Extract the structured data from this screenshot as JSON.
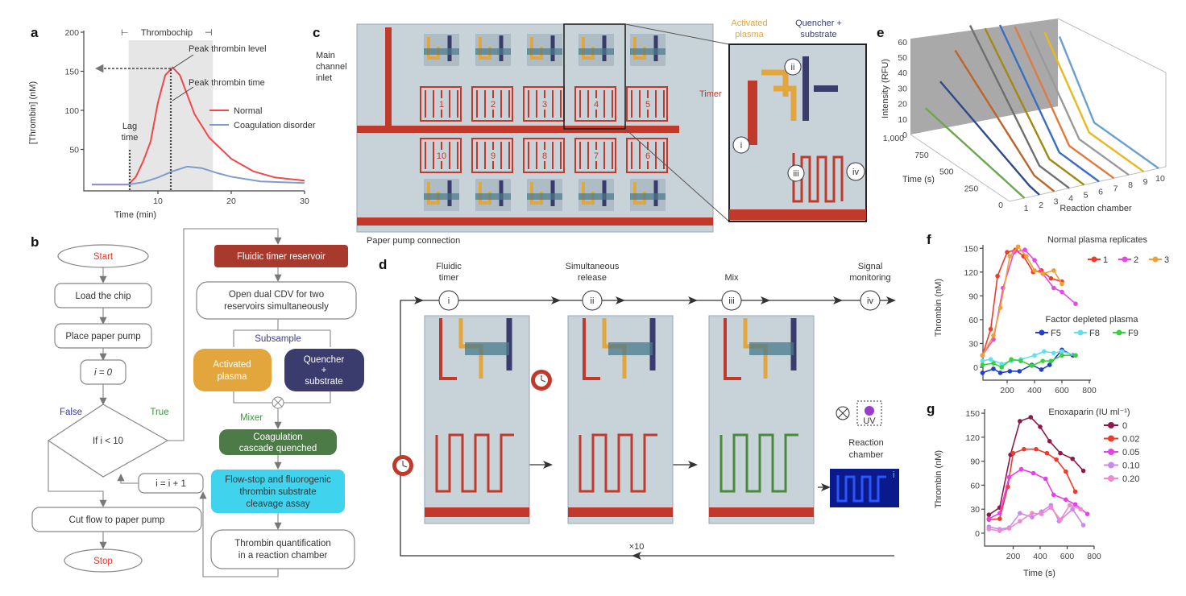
{
  "panel_labels": {
    "a": "a",
    "b": "b",
    "c": "c",
    "d": "d",
    "e": "e",
    "f": "f",
    "g": "g"
  },
  "panel_a": {
    "bracket_label": "Thrombochip",
    "peak_level_label": "Peak thrombin level",
    "peak_time_label": "Peak thrombin time",
    "lag_label": [
      "Lag",
      "time"
    ]
  },
  "flowchart": {
    "start": "Start",
    "load": "Load the chip",
    "place": "Place paper pump",
    "init": "i = 0",
    "decision": "If i < 10",
    "false_label": "False",
    "true_label": "True",
    "increment": "i = i + 1",
    "cut": "Cut flow to paper pump",
    "stop": "Stop",
    "timer_reservoir": "Fluidic timer reservoir",
    "open_cdv": [
      "Open dual CDV for two",
      "reservoirs simultaneously"
    ],
    "subsample": "Subsample",
    "activated_plasma": [
      "Activated",
      "plasma"
    ],
    "quencher": [
      "Quencher",
      "+",
      "substrate"
    ],
    "mixer": "Mixer",
    "quenched": [
      "Coagulation",
      "cascade quenched"
    ],
    "flow_stop": [
      "Flow-stop and fluorogenic",
      "thrombin substrate",
      "cleavage assay"
    ],
    "quantification": [
      "Thrombin quantification",
      "in a reaction chamber"
    ],
    "colors": {
      "start_stop": "#e8342a",
      "false": "#3a3a9a",
      "true": "#3a9a3a",
      "timer": "#a8392d",
      "plasma": "#e2a63c",
      "quencher": "#3b3c6e",
      "mixer_label": "#3a9a3a",
      "quenched": "#4d7b48",
      "flow_stop": "#3fd3ee"
    }
  },
  "chip": {
    "inlet_label": [
      "Main",
      "channel",
      "inlet"
    ],
    "pump_label": "Paper pump connection",
    "chamber_numbers_top": [
      "1",
      "2",
      "3",
      "4",
      "5"
    ],
    "chamber_numbers_bottom": [
      "10",
      "9",
      "8",
      "7",
      "6"
    ],
    "inset_plasma_label": [
      "Activated",
      "plasma"
    ],
    "inset_quencher_label": [
      "Quencher +",
      "substrate"
    ],
    "inset_timer_label": "Timer",
    "inset_markers": [
      "i",
      "ii",
      "iii",
      "iv"
    ],
    "colors": {
      "channel": "#c0392b",
      "plasma": "#e2a63c",
      "quencher": "#3b3c6e",
      "chip_bg": "#c8d2d9"
    }
  },
  "panel_d": {
    "steps": [
      {
        "marker": "i",
        "label": [
          "Fluidic",
          "timer"
        ]
      },
      {
        "marker": "ii",
        "label": [
          "Simultaneous",
          "release"
        ]
      },
      {
        "marker": "iii",
        "label": [
          "Mix"
        ]
      },
      {
        "marker": "iv",
        "label": [
          "Signal",
          "monitoring"
        ]
      }
    ],
    "repeat_label": "×10",
    "reaction_chamber_label": [
      "Reaction",
      "chamber"
    ],
    "uv_label": "UV",
    "image_marker": "i"
  },
  "chart_data": [
    {
      "panel": "a",
      "type": "line",
      "xlabel": "Time (min)",
      "ylabel": "[Thrombin] (nM)",
      "xlim": [
        0,
        30
      ],
      "ylim": [
        0,
        200
      ],
      "xticks": [
        10,
        20,
        30
      ],
      "yticks": [
        50,
        100,
        150,
        200
      ],
      "shaded_region": [
        6,
        17.5
      ],
      "legend": "right",
      "series": [
        {
          "name": "Normal",
          "color": "#f0484a",
          "x": [
            1,
            5,
            6,
            7,
            8,
            9,
            10,
            11,
            12,
            13,
            14,
            15,
            17,
            20,
            23,
            26,
            30
          ],
          "y": [
            5,
            5,
            5,
            15,
            35,
            60,
            110,
            145,
            155,
            145,
            120,
            95,
            65,
            38,
            22,
            14,
            10
          ]
        },
        {
          "name": "Coagulation disorder",
          "color": "#7f9ccf",
          "x": [
            1,
            6,
            8,
            10,
            12,
            14,
            16,
            18,
            20,
            24,
            30
          ],
          "y": [
            5,
            5,
            8,
            14,
            22,
            28,
            26,
            20,
            15,
            9,
            7
          ]
        }
      ],
      "annotations": {
        "peak_level": 155,
        "peak_time": 12,
        "lag_time": 6
      }
    },
    {
      "panel": "e",
      "type": "line",
      "xlabel": "Reaction chamber",
      "ylabel": "Intensity (RFU)",
      "zlabel": "Time (s)",
      "chambers": [
        1,
        2,
        3,
        4,
        5,
        6,
        7,
        8,
        9,
        10
      ],
      "time_ticks": [
        "0",
        "250",
        "500",
        "750",
        "1,000"
      ],
      "intensity_ticks": [
        0,
        10,
        20,
        30,
        40,
        50,
        60
      ],
      "series": [
        {
          "chamber": 1,
          "color": "#6aa84f",
          "lag_s": 0,
          "intensity_at_1000s": 15
        },
        {
          "chamber": 2,
          "color": "#2f4a8a",
          "lag_s": 100,
          "intensity_at_1000s": 30
        },
        {
          "chamber": 3,
          "color": "#c0622a",
          "lag_s": 200,
          "intensity_at_1000s": 48
        },
        {
          "chamber": 4,
          "color": "#6f6f6f",
          "lag_s": 300,
          "intensity_at_1000s": 62
        },
        {
          "chamber": 5,
          "color": "#a08a10",
          "lag_s": 350,
          "intensity_at_1000s": 58
        },
        {
          "chamber": 6,
          "color": "#3a6ec0",
          "lag_s": 400,
          "intensity_at_1000s": 58
        },
        {
          "chamber": 7,
          "color": "#e07a40",
          "lag_s": 450,
          "intensity_at_1000s": 55
        },
        {
          "chamber": 8,
          "color": "#9a9a9a",
          "lag_s": 500,
          "intensity_at_1000s": 50
        },
        {
          "chamber": 9,
          "color": "#e8b820",
          "lag_s": 550,
          "intensity_at_1000s": 47
        },
        {
          "chamber": 10,
          "color": "#6aa0d0",
          "lag_s": 650,
          "intensity_at_1000s": 42
        }
      ]
    },
    {
      "panel": "f",
      "type": "line",
      "ylabel": "Thrombin (nM)",
      "xlim": [
        0,
        800
      ],
      "ylim": [
        -15,
        155
      ],
      "xticks": [
        200,
        400,
        600,
        800
      ],
      "yticks": [
        0,
        30,
        60,
        90,
        120,
        150
      ],
      "legend_titles": [
        "Normal plasma replicates",
        "Factor depleted plasma"
      ],
      "series": [
        {
          "name": "1",
          "group": 0,
          "color": "#ee3b2b",
          "x": [
            20,
            80,
            130,
            200,
            260,
            320,
            390,
            450,
            520,
            600
          ],
          "y": [
            15,
            48,
            115,
            145,
            148,
            140,
            120,
            122,
            112,
            108
          ]
        },
        {
          "name": "2",
          "group": 0,
          "color": "#e847e8",
          "x": [
            20,
            100,
            170,
            250,
            330,
            400,
            460,
            540,
            600,
            700
          ],
          "y": [
            15,
            35,
            100,
            145,
            148,
            135,
            118,
            100,
            95,
            80
          ]
        },
        {
          "name": "3",
          "group": 0,
          "color": "#f0a030",
          "x": [
            20,
            100,
            150,
            220,
            280,
            340,
            400,
            460,
            540,
            600
          ],
          "y": [
            15,
            40,
            75,
            140,
            152,
            140,
            122,
            118,
            122,
            105
          ]
        },
        {
          "name": "F5",
          "group": 1,
          "color": "#1f3fd0",
          "x": [
            20,
            100,
            150,
            220,
            290,
            380,
            450,
            510,
            600,
            680
          ],
          "y": [
            -7,
            -2,
            -7,
            -5,
            -5,
            3,
            -3,
            3,
            22,
            15
          ]
        },
        {
          "name": "F8",
          "group": 1,
          "color": "#5fe0f0",
          "x": [
            20,
            80,
            160,
            230,
            300,
            400,
            470,
            540,
            600,
            700
          ],
          "y": [
            8,
            10,
            4,
            8,
            10,
            15,
            20,
            18,
            20,
            15
          ]
        },
        {
          "name": "F9",
          "group": 1,
          "color": "#3ad03a",
          "x": [
            20,
            100,
            160,
            230,
            300,
            380,
            460,
            520,
            600,
            700
          ],
          "y": [
            3,
            5,
            0,
            10,
            8,
            2,
            8,
            8,
            15,
            15
          ]
        }
      ]
    },
    {
      "panel": "g",
      "type": "line",
      "xlabel": "Time (s)",
      "ylabel": "Thrombin (nM)",
      "xlim": [
        0,
        800
      ],
      "ylim": [
        -10,
        155
      ],
      "xticks": [
        200,
        400,
        600,
        800
      ],
      "yticks": [
        0,
        30,
        60,
        90,
        120,
        150
      ],
      "legend_title": "Enoxaparin (IU ml⁻¹)",
      "series": [
        {
          "name": "0",
          "color": "#8b1a4a",
          "x": [
            20,
            100,
            180,
            250,
            330,
            400,
            470,
            550,
            640,
            720
          ],
          "y": [
            23,
            32,
            98,
            140,
            145,
            133,
            115,
            100,
            93,
            78
          ]
        },
        {
          "name": "0.02",
          "color": "#ee3b2b",
          "x": [
            20,
            100,
            160,
            200,
            280,
            370,
            450,
            520,
            590,
            660
          ],
          "y": [
            17,
            18,
            58,
            100,
            105,
            105,
            100,
            92,
            77,
            52
          ]
        },
        {
          "name": "0.05",
          "color": "#e840e8",
          "x": [
            20,
            100,
            170,
            260,
            350,
            440,
            500,
            590,
            660,
            750
          ],
          "y": [
            18,
            25,
            70,
            80,
            75,
            68,
            48,
            42,
            36,
            24
          ]
        },
        {
          "name": "0.10",
          "color": "#c98be8",
          "x": [
            20,
            100,
            170,
            250,
            340,
            410,
            480,
            540,
            640,
            720
          ],
          "y": [
            8,
            5,
            7,
            25,
            20,
            27,
            35,
            15,
            30,
            10
          ]
        },
        {
          "name": "0.20",
          "color": "#f08ad0",
          "x": [
            20,
            100,
            170,
            250,
            340,
            410,
            480,
            550,
            620,
            700
          ],
          "y": [
            5,
            3,
            6,
            15,
            25,
            24,
            32,
            17,
            35,
            30
          ]
        }
      ]
    }
  ]
}
